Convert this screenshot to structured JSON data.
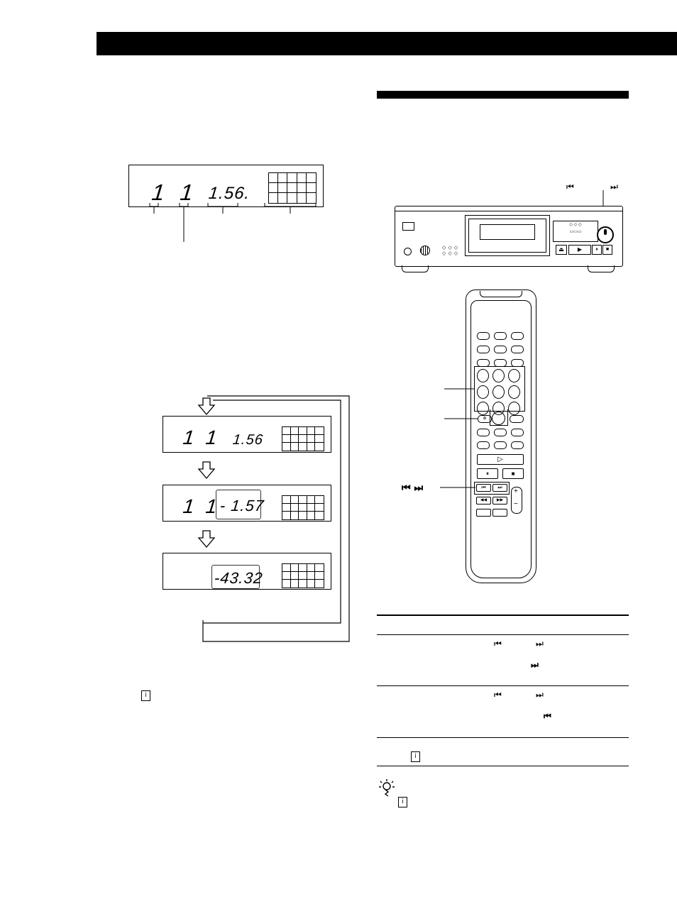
{
  "display_top": {
    "track": "1",
    "index": "1",
    "time": "1.56.",
    "calendar_rows": 3,
    "calendar_cols": 5
  },
  "display_cycle": [
    {
      "track": "1",
      "index": "1",
      "time": "1.56",
      "boxed": false
    },
    {
      "track": "1",
      "index": "1",
      "time": "- 1.57",
      "boxed": true
    },
    {
      "track": "",
      "index": "",
      "time": "-43.32",
      "boxed": true
    }
  ],
  "player": {
    "prev_symbol": "⏮",
    "next_symbol": "⏭",
    "eject_symbol": "⏏",
    "play_symbol": "▶",
    "pause_symbol": "⏸",
    "stop_symbol": "■"
  },
  "remote": {
    "play_symbol": "▷",
    "pause_symbol": "⏸",
    "stop_symbol": "■",
    "prev_symbol": "⏮",
    "next_symbol": "⏭",
    "rew_symbol": "◀◀",
    "ff_symbol": "▶▶",
    "plus": "+",
    "minus": "−",
    "skip_label": "⏮ ⏭"
  },
  "table": {
    "rows": [
      {
        "sym1": "⏮",
        "sym2": "⏭",
        "sym3": "⏭"
      },
      {
        "sym1": "⏮",
        "sym2": "⏭",
        "sym3": "⏮"
      }
    ]
  },
  "colors": {
    "ink": "#000000",
    "paper": "#ffffff"
  }
}
